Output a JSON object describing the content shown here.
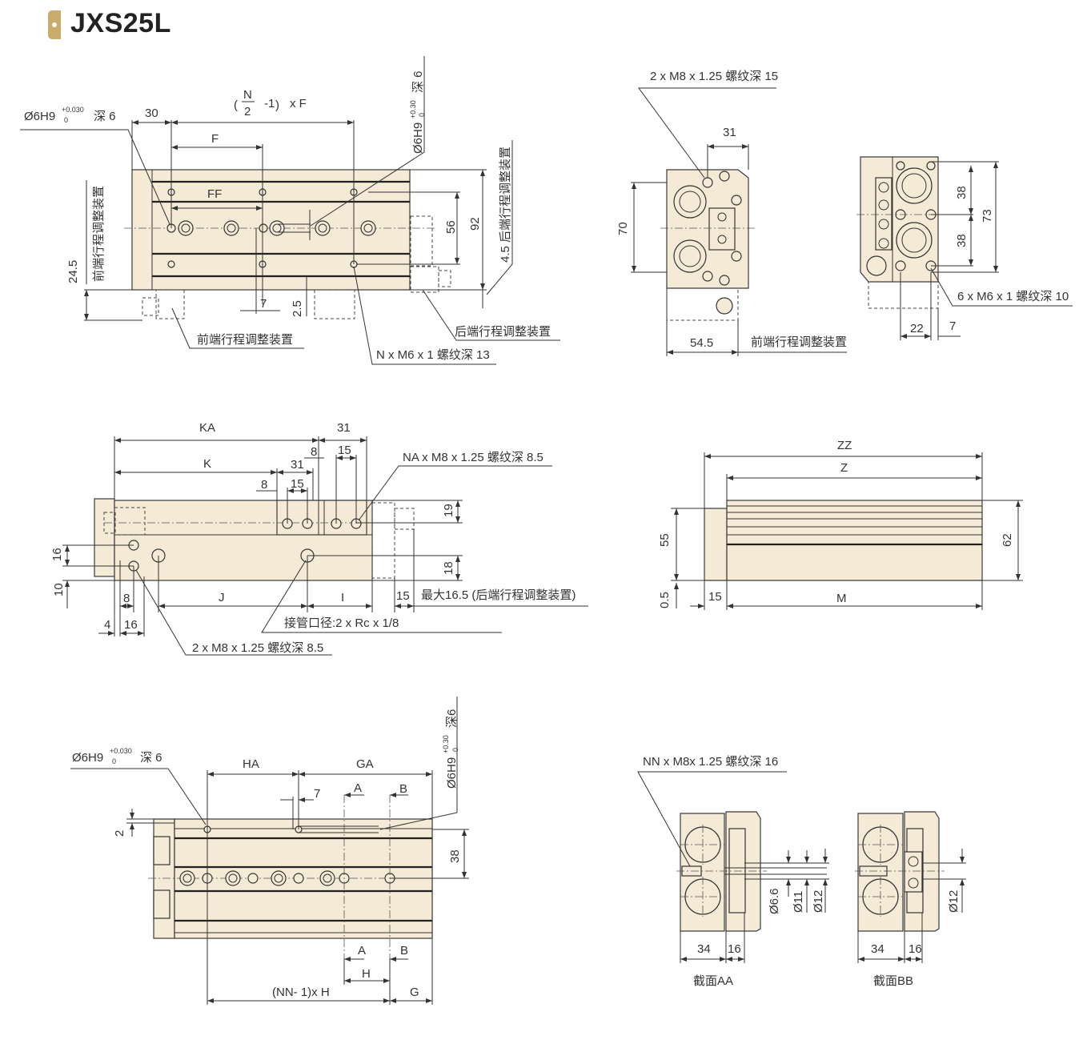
{
  "title": "JXS25L",
  "colors": {
    "accent": "#c9ab6c",
    "body_fill": "#f4ead6",
    "line": "#333333"
  },
  "top_view": {
    "pin_hole": "Ø6H9",
    "pin_tol_upper": "+0.030",
    "pin_tol_lower": "0",
    "pin_depth": "深 6",
    "dim_30": "30",
    "pitch_formula_n": "N",
    "pitch_formula_2": "2",
    "pitch_formula_rest": "-1",
    "pitch_formula_xf": "x F",
    "dim_f": "F",
    "dim_ff": "FF",
    "pin_hole2": "Ø6H9",
    "pin2_tol_upper": "+0.30",
    "pin2_tol_lower": "0",
    "pin2_depth": "深 6",
    "rear_adjuster_vertical": "4.5 后端行程调整装置",
    "dim_56": "56",
    "dim_92": "92",
    "front_adjuster_vertical": "前端行程调整装置",
    "dim_24_5": "24.5",
    "dim_7": "7",
    "dim_2_5": "2.5",
    "front_adjuster": "前端行程调整装置",
    "rear_adjuster": "后端行程调整装置",
    "thread_note": "N x M6 x 1 螺纹深 13"
  },
  "end_views": {
    "thread_note_top": "2 x M8 x 1.25 螺纹深 15",
    "dim_31": "31",
    "dim_70": "70",
    "dim_54_5": "54.5",
    "front_adjuster": "前端行程调整装置",
    "dim_38a": "38",
    "dim_73": "73",
    "dim_38b": "38",
    "thread_note_rear": "6 x M6 x 1 螺纹深 10",
    "dim_22": "22",
    "dim_7": "7"
  },
  "side_view": {
    "dim_ka": "KA",
    "dim_31a": "31",
    "dim_8a": "8",
    "dim_15a": "15",
    "thread_note_na": "NA x M8 x 1.25 螺纹深 8.5",
    "dim_k": "K",
    "dim_31b": "31",
    "dim_8b": "8",
    "dim_15b": "15",
    "dim_19": "19",
    "dim_16": "16",
    "dim_18": "18",
    "dim_10": "10",
    "dim_8c": "8",
    "dim_j": "J",
    "dim_i": "I",
    "dim_15c": "15",
    "max_note": "最大16.5 (后端行程调整装置)",
    "dim_4": "4",
    "dim_16b": "16",
    "port_note": "接管口径:2 x Rc x 1/8",
    "thread_note_2": "2 x M8 x 1.25 螺纹深 8.5"
  },
  "length_view": {
    "dim_zz": "ZZ",
    "dim_z": "Z",
    "dim_55": "55",
    "dim_62": "62",
    "dim_0_5": "0.5",
    "dim_15": "15",
    "dim_m": "M"
  },
  "bottom_view": {
    "pin_hole": "Ø6H9",
    "pin_tol_upper": "+0.030",
    "pin_tol_lower": "0",
    "pin_depth": "深 6",
    "dim_ha": "HA",
    "dim_ga": "GA",
    "dim_7": "7",
    "sec_a_top": "A",
    "sec_b_top": "B",
    "pin_hole2": "Ø6H9",
    "pin2_tol_upper": "+0.30",
    "pin2_tol_lower": "0",
    "pin2_depth": "深6",
    "dim_2": "2",
    "dim_38": "38",
    "sec_a_bottom": "A",
    "sec_b_bottom": "B",
    "dim_h": "H",
    "dim_nn": "(NN- 1)x H",
    "dim_g": "G"
  },
  "sections": {
    "thread_note": "NN x M8x 1.25 螺纹深 16",
    "aa": {
      "d1": "Ø6.6",
      "d2": "Ø11",
      "d3": "Ø12",
      "w1": "34",
      "w2": "16",
      "label": "截面AA"
    },
    "bb": {
      "d1": "Ø12",
      "w1": "34",
      "w2": "16",
      "label": "截面BB"
    }
  }
}
